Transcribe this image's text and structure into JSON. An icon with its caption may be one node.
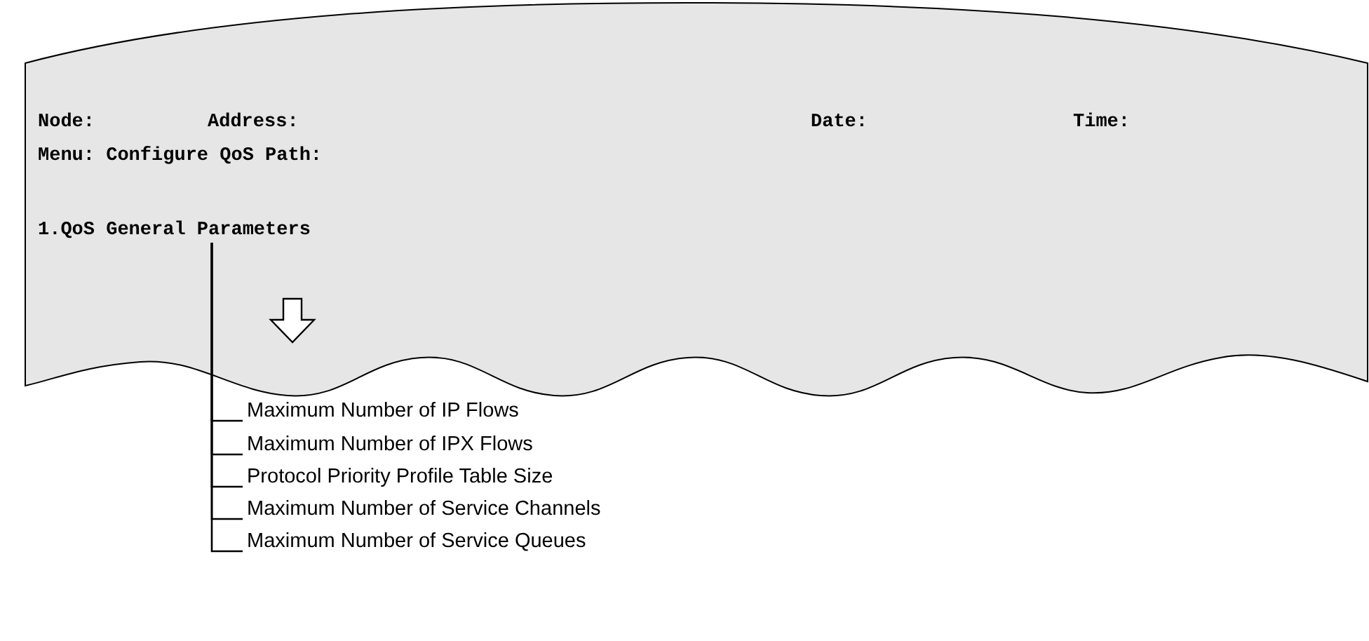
{
  "diagram": {
    "nodes": [
      {
        "text": [
          "Node:",
          "Address:",
          "Date:",
          "Time:",
          "Menu: Configure QoS Path:"
        ]
      },
      {
        "text": [
          "1.QoS General Parameters"
        ],
        "in": 0
      },
      {
        "text": [
          "Maximum Number of IP Flows"
        ]
      },
      {
        "text": [
          "Maximum Number of IPX Flows"
        ]
      },
      {
        "text": [
          "Protocol Priority Profile Table Size"
        ]
      },
      {
        "text": [
          "Maximum Number of Service Channels"
        ]
      },
      {
        "text": [
          "Maximum Number of Service Queues"
        ]
      }
    ],
    "edges": [
      {
        "from": 1,
        "to": 2,
        "arrow": "none"
      },
      {
        "from": 1,
        "to": 3,
        "arrow": "none"
      },
      {
        "from": 1,
        "to": 4,
        "arrow": "none"
      },
      {
        "from": 1,
        "to": 5,
        "arrow": "none"
      },
      {
        "from": 1,
        "to": 6,
        "arrow": "none"
      }
    ]
  }
}
